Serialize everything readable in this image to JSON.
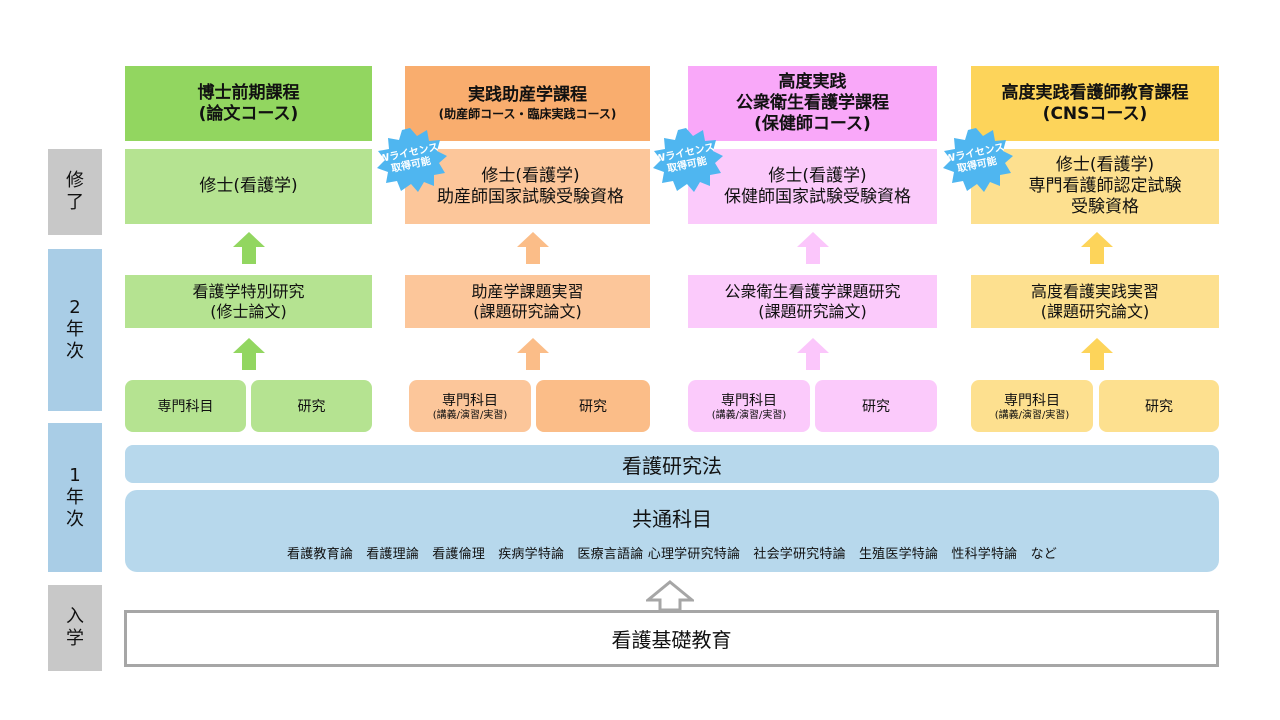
{
  "side": {
    "shuryo": [
      "修",
      "了"
    ],
    "year2": [
      "2",
      "年",
      "次"
    ],
    "year1": [
      "1",
      "年",
      "次"
    ],
    "nyugaku": [
      "入",
      "学"
    ]
  },
  "courses": [
    {
      "title1": "博士前期課程",
      "title2": "(論文コース)",
      "degree": [
        "修士(看護学)"
      ],
      "research": [
        "看護学特別研究",
        "(修士論文)"
      ],
      "sub1": "専門科目",
      "sub1b": "",
      "sub2": "研究"
    },
    {
      "title1": "実践助産学課程",
      "title2": "(助産師コース・臨床実践コース)",
      "degree": [
        "修士(看護学)",
        "助産師国家試験受験資格"
      ],
      "research": [
        "助産学課題実習",
        "(課題研究論文)"
      ],
      "sub1": "専門科目",
      "sub1b": "(講義/演習/実習)",
      "sub2": "研究"
    },
    {
      "title1": "高度実践",
      "title2": "公衆衛生看護学課程",
      "title3": "(保健師コース)",
      "degree": [
        "修士(看護学)",
        "保健師国家試験受験資格"
      ],
      "research": [
        "公衆衛生看護学課題研究",
        "(課題研究論文)"
      ],
      "sub1": "専門科目",
      "sub1b": "(講義/演習/実習)",
      "sub2": "研究"
    },
    {
      "title1": "高度実践看護師教育課程",
      "title2": "(CNSコース)",
      "degree": [
        "修士(看護学)",
        "専門看護師認定試験",
        "受験資格"
      ],
      "research": [
        "高度看護実践実習",
        "(課題研究論文)"
      ],
      "sub1": "専門科目",
      "sub1b": "(講義/演習/実習)",
      "sub2": "研究"
    }
  ],
  "badge": {
    "line1": "Wライセンス",
    "line2": "取得可能"
  },
  "common": {
    "research_method": "看護研究法",
    "title": "共通科目",
    "list": "看護教育論　看護理論　看護倫理　疾病学特論　医療言語論 心理学研究特論　社会学研究特論　生殖医学特論　性科学特論　など"
  },
  "foundation": "看護基礎教育",
  "colors": {
    "green_dark": "#92d660",
    "green_light": "#b5e391",
    "green_arrow": "#92d660",
    "orange_dark": "#f9ad6e",
    "orange_light": "#fcc69a",
    "orange_arrow": "#fbbd88",
    "pink_dark": "#f9a8f9",
    "pink_light": "#fbcafb",
    "pink_arrow": "#fbc6fb",
    "yellow_dark": "#fdd45a",
    "yellow_light": "#fde08f",
    "yellow_arrow": "#fdd45a",
    "blue_band": "#b7d8ec",
    "badge": "#4fb6f0"
  }
}
